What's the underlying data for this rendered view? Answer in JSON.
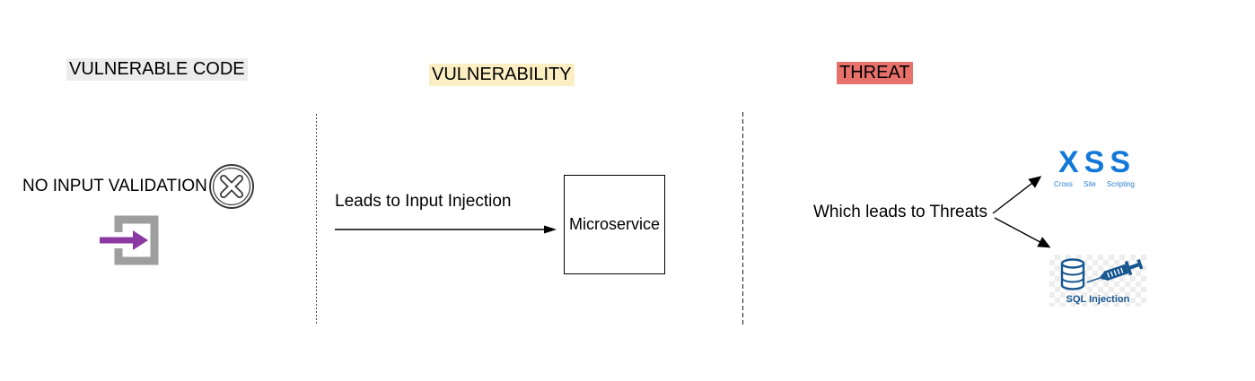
{
  "sections": {
    "vulnerable_code": {
      "title": "VULNERABLE CODE",
      "highlight_color": "#ececec"
    },
    "vulnerability": {
      "title": "VULNERABILITY",
      "highlight_color": "#fbeec3"
    },
    "threat": {
      "title": "THREAT",
      "highlight_color": "#e8716c"
    }
  },
  "vulnerable_code_section": {
    "label": "NO INPUT VALIDATION",
    "icons": {
      "no_validation": "circled-x-icon",
      "input_entry": "login-arrow-icon"
    }
  },
  "vulnerability_section": {
    "arrow_label": "Leads to Input Injection",
    "box_label": "Microservice"
  },
  "threat_section": {
    "label": "Which leads to Threats",
    "xss_logo": {
      "title": "XSS",
      "words": [
        "Cross",
        "Site",
        "Scripting"
      ],
      "color": "#1478d8"
    },
    "sql_injection": {
      "label": "SQL Injection",
      "color": "#15568f",
      "icons": {
        "database": "database-cylinder-icon",
        "syringe": "syringe-icon"
      }
    }
  },
  "colors": {
    "login_bracket_gray": "#9e9e9e",
    "login_arrow_purple": "#8c3aa3",
    "cancel_icon_dark": "#3a3a3a",
    "connector_black": "#000000"
  }
}
